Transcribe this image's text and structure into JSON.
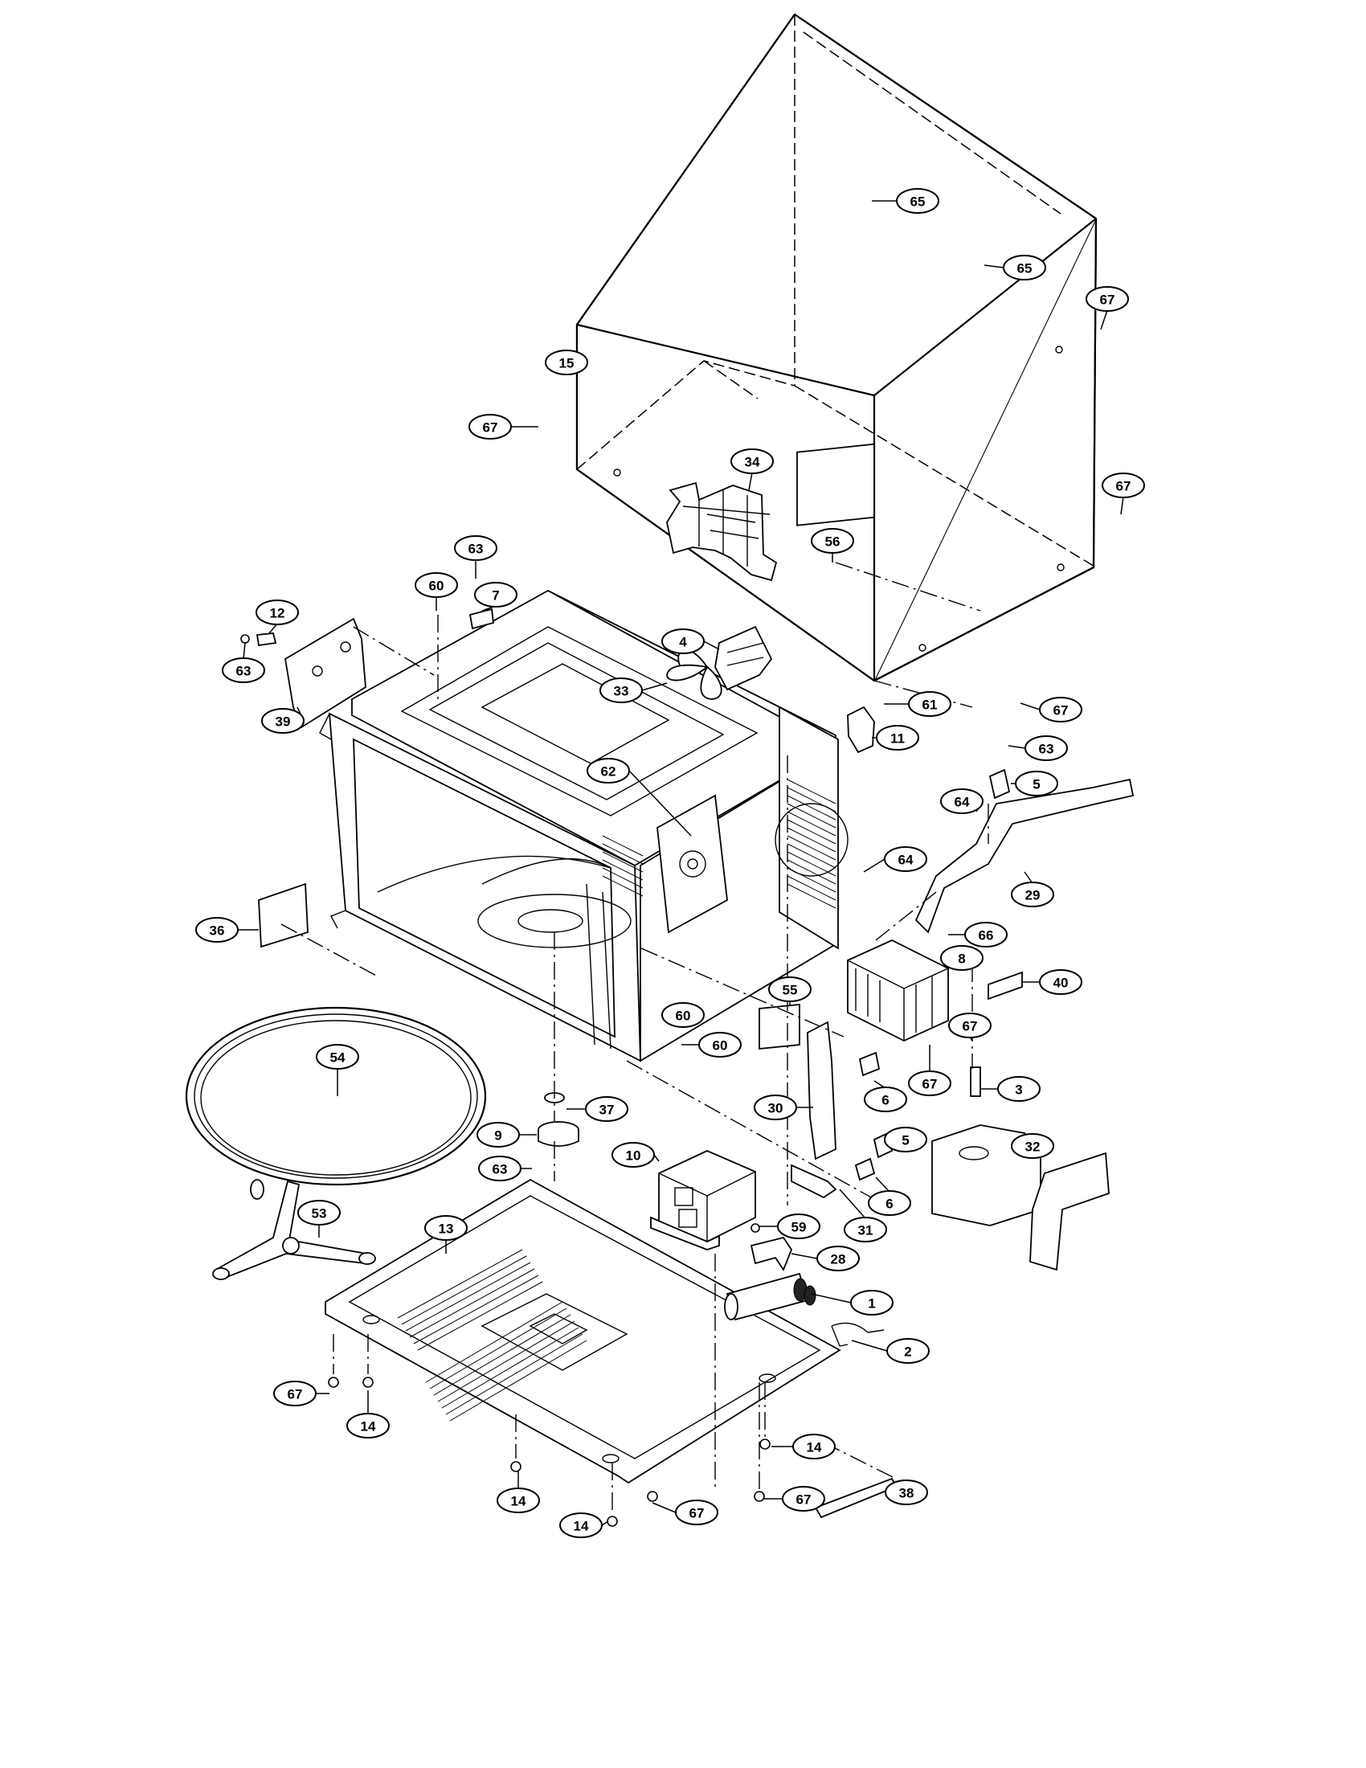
{
  "callouts": [
    {
      "label": "65",
      "part": "screw-top-rear-a"
    },
    {
      "label": "65",
      "part": "screw-top-rear-b"
    },
    {
      "label": "67",
      "part": "screw-cabinet-right-top"
    },
    {
      "label": "15",
      "part": "outer-case"
    },
    {
      "label": "67",
      "part": "screw-cabinet-left"
    },
    {
      "label": "34",
      "part": "fan-duct"
    },
    {
      "label": "67",
      "part": "screw-cabinet-right-mid"
    },
    {
      "label": "56",
      "part": "label-plate"
    },
    {
      "label": "63",
      "part": "screw-top-7"
    },
    {
      "label": "60",
      "part": "screw-top-cavity"
    },
    {
      "label": "7",
      "part": "thermal-cutout-top"
    },
    {
      "label": "12",
      "part": "thermal-cutout-left"
    },
    {
      "label": "63",
      "part": "screw-bracket-left"
    },
    {
      "label": "39",
      "part": "mounting-bracket"
    },
    {
      "label": "4",
      "part": "fan-motor"
    },
    {
      "label": "33",
      "part": "fan-blade"
    },
    {
      "label": "61",
      "part": "screw-61"
    },
    {
      "label": "11",
      "part": "power-cord-clamp"
    },
    {
      "label": "67",
      "part": "screw-cabinet-rear"
    },
    {
      "label": "63",
      "part": "screw-switch-5"
    },
    {
      "label": "64",
      "part": "screw-64-a"
    },
    {
      "label": "5",
      "part": "switch-upper"
    },
    {
      "label": "62",
      "part": "magnetron"
    },
    {
      "label": "64",
      "part": "screw-64-b"
    },
    {
      "label": "29",
      "part": "latch-lever"
    },
    {
      "label": "36",
      "part": "waveguide-cover"
    },
    {
      "label": "66",
      "part": "screw-66"
    },
    {
      "label": "8",
      "part": "transformer-upper"
    },
    {
      "label": "40",
      "part": "rear-spacer"
    },
    {
      "label": "55",
      "part": "insulation-sheet"
    },
    {
      "label": "60",
      "part": "screw-cavity-a"
    },
    {
      "label": "60",
      "part": "screw-cavity-b"
    },
    {
      "label": "54",
      "part": "turntable-glass"
    },
    {
      "label": "67",
      "part": "screw-right-b"
    },
    {
      "label": "6",
      "part": "microswitch-a"
    },
    {
      "label": "67",
      "part": "screw-67-c"
    },
    {
      "label": "3",
      "part": "fuse"
    },
    {
      "label": "37",
      "part": "coupler"
    },
    {
      "label": "30",
      "part": "latch-board"
    },
    {
      "label": "32",
      "part": "air-duct"
    },
    {
      "label": "9",
      "part": "turntable-motor"
    },
    {
      "label": "10",
      "part": "hv-transformer"
    },
    {
      "label": "5",
      "part": "switch-lower"
    },
    {
      "label": "63",
      "part": "screw-motor"
    },
    {
      "label": "6",
      "part": "microswitch-b"
    },
    {
      "label": "13",
      "part": "base-plate"
    },
    {
      "label": "31",
      "part": "interlock-switch"
    },
    {
      "label": "53",
      "part": "roller-guide"
    },
    {
      "label": "59",
      "part": "screw-59"
    },
    {
      "label": "28",
      "part": "capacitor-bracket"
    },
    {
      "label": "1",
      "part": "hv-capacitor"
    },
    {
      "label": "2",
      "part": "hv-diode"
    },
    {
      "label": "67",
      "part": "screw-base-left"
    },
    {
      "label": "14",
      "part": "foot-left"
    },
    {
      "label": "14",
      "part": "foot-right"
    },
    {
      "label": "14",
      "part": "foot-front-left"
    },
    {
      "label": "38",
      "part": "front-trim"
    },
    {
      "label": "67",
      "part": "screw-base-front"
    },
    {
      "label": "67",
      "part": "screw-base-right"
    },
    {
      "label": "14",
      "part": "foot-front"
    }
  ]
}
